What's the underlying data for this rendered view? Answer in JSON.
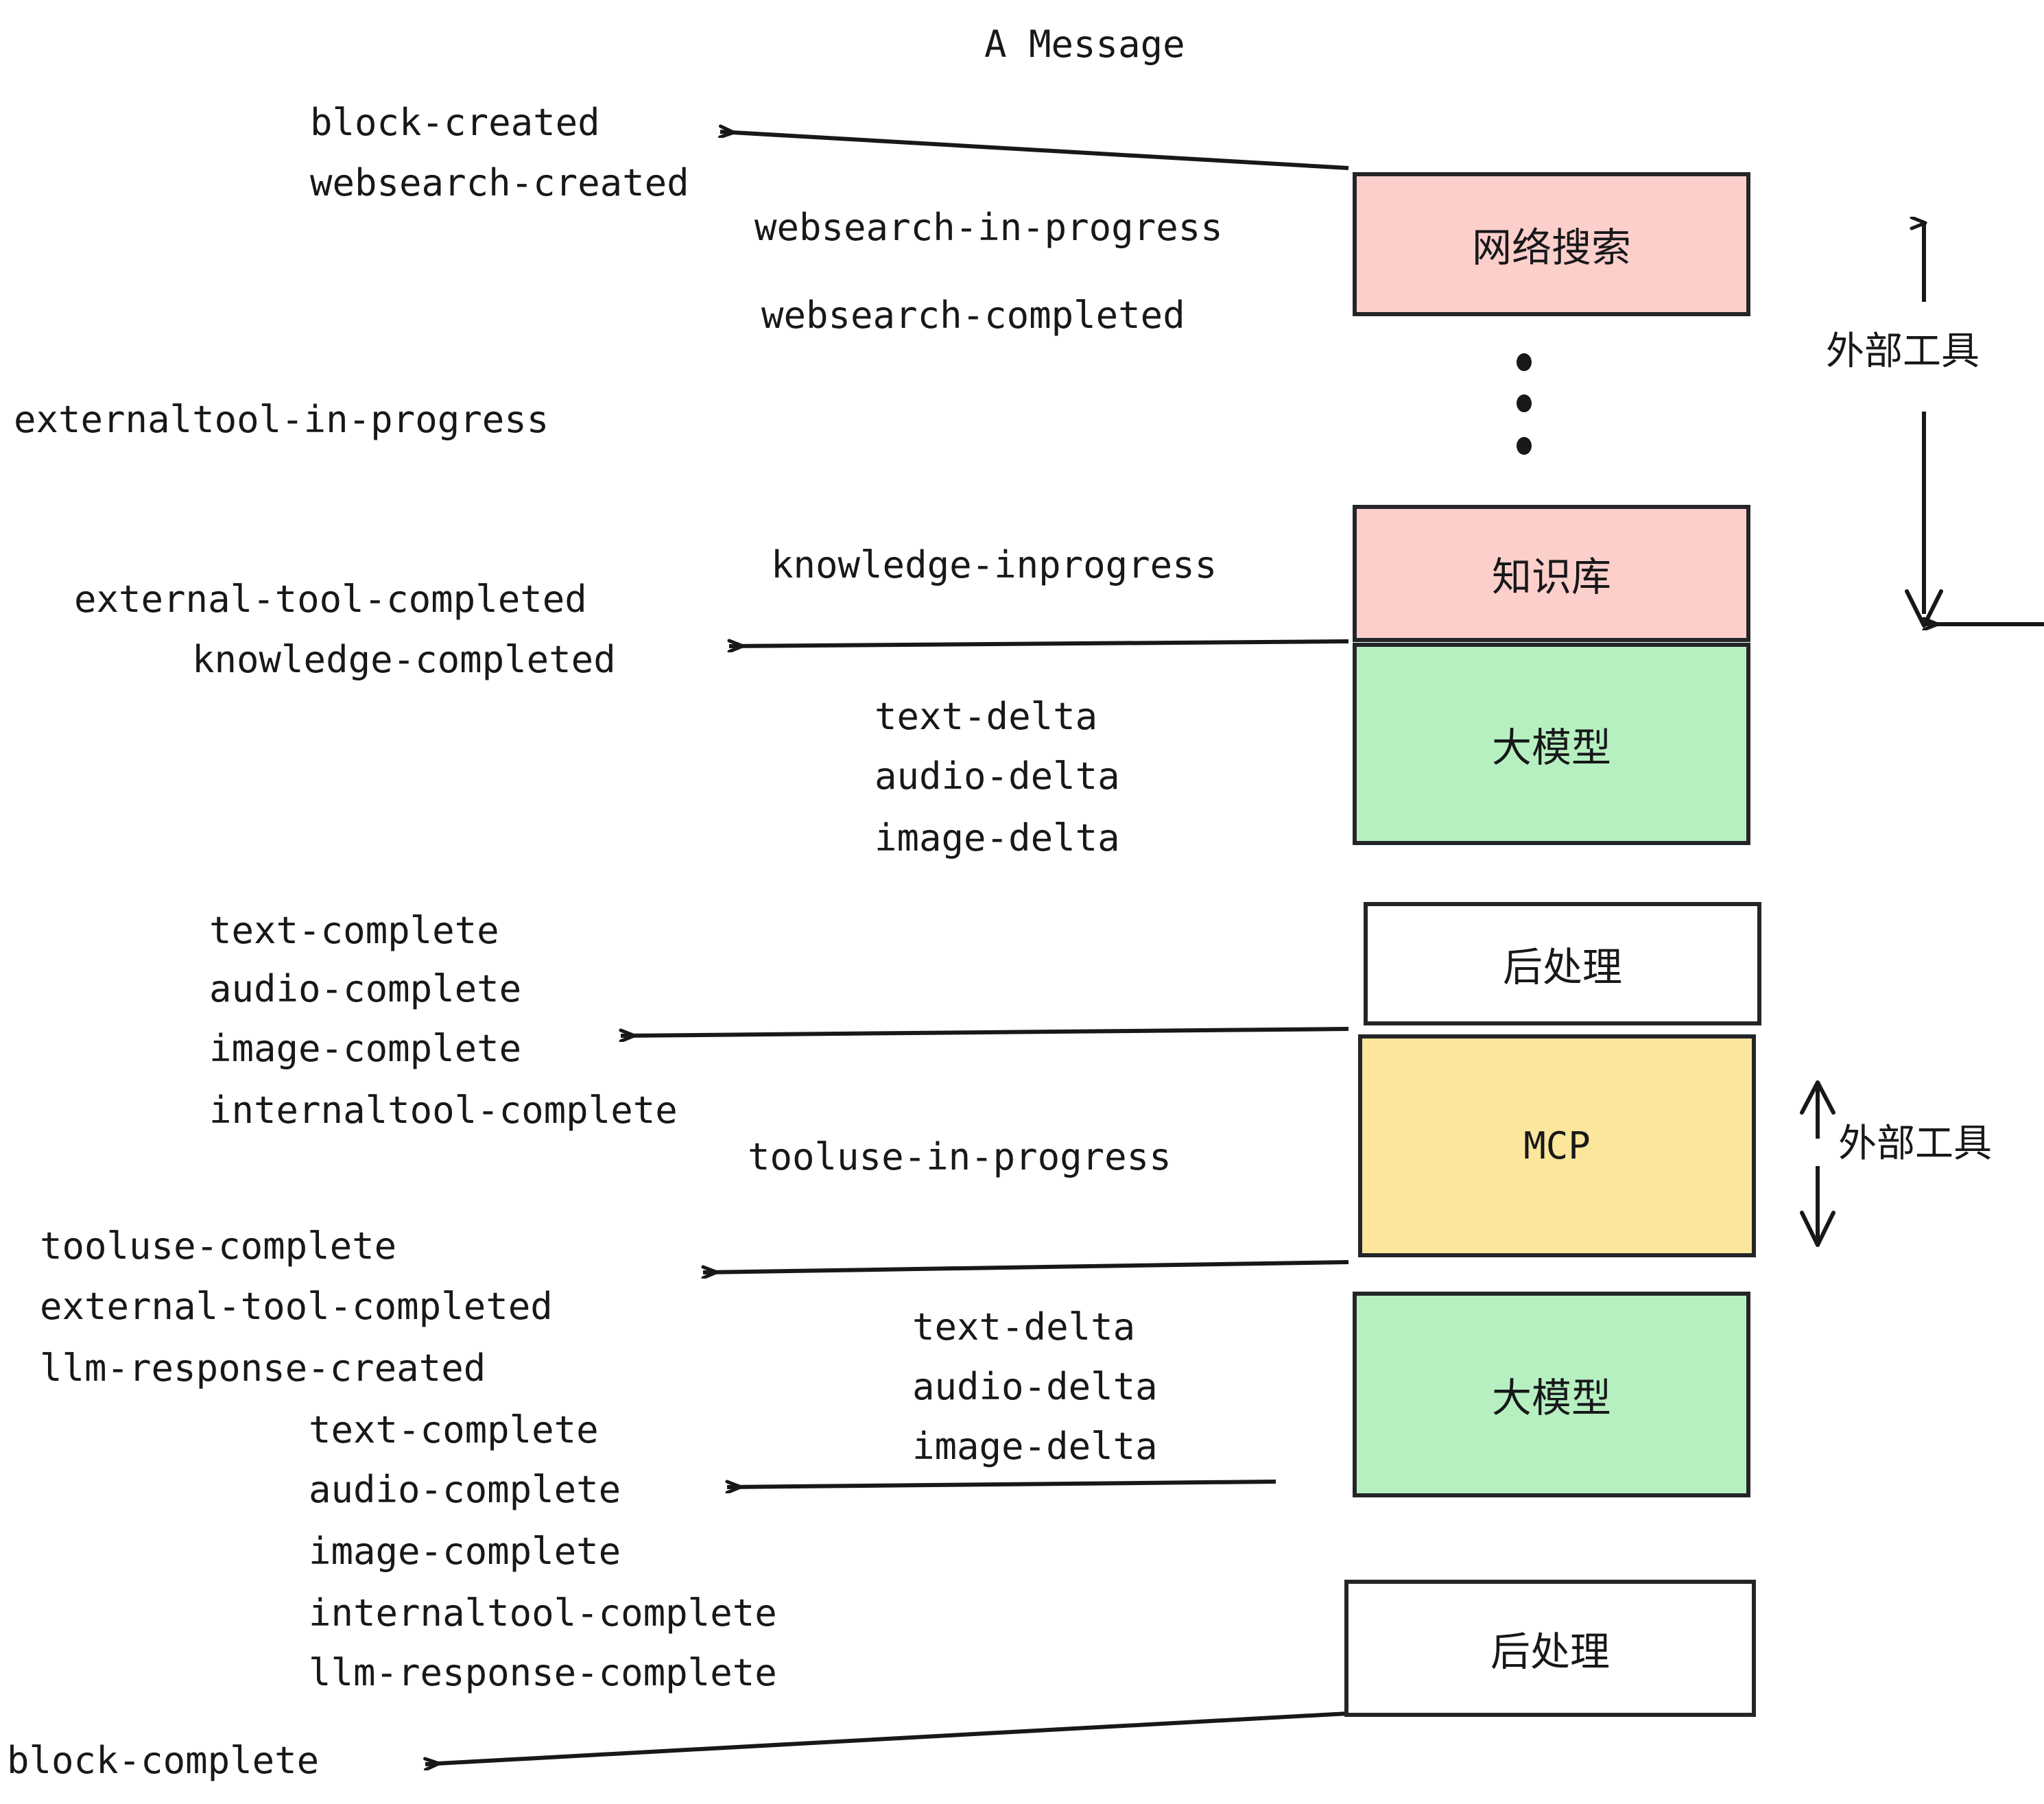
{
  "title": "A Message",
  "colors": {
    "pink": "#fccfcb",
    "green": "#b6f0c0",
    "yellow": "#fbe69b",
    "white": "#ffffff",
    "stroke": "#242528",
    "text": "#17181a"
  },
  "nodes": [
    {
      "id": "websearch",
      "label": "网络搜索",
      "fill": "pink",
      "mono": false
    },
    {
      "id": "knowledgebase",
      "label": "知识库",
      "fill": "pink",
      "mono": false
    },
    {
      "id": "llm-top",
      "label": "大模型",
      "fill": "green",
      "mono": false
    },
    {
      "id": "postprocess-top",
      "label": "后处理",
      "fill": "white",
      "mono": false
    },
    {
      "id": "mcp",
      "label": "MCP",
      "fill": "yellow",
      "mono": true
    },
    {
      "id": "llm-bottom",
      "label": "大模型",
      "fill": "green",
      "mono": false
    },
    {
      "id": "postprocess-bottom",
      "label": "后处理",
      "fill": "white",
      "mono": false
    }
  ],
  "side_labels": [
    {
      "id": "external-tools-top",
      "label": "外部工具"
    },
    {
      "id": "external-tools-bottom",
      "label": "外部工具"
    }
  ],
  "events": [
    {
      "id": "block-created",
      "label": "block-created"
    },
    {
      "id": "websearch-created",
      "label": "websearch-created"
    },
    {
      "id": "websearch-in-progress",
      "label": "websearch-in-progress"
    },
    {
      "id": "websearch-completed",
      "label": "websearch-completed"
    },
    {
      "id": "externaltool-in-progress",
      "label": "externaltool-in-progress"
    },
    {
      "id": "knowledge-inprogress",
      "label": "knowledge-inprogress"
    },
    {
      "id": "external-tool-completed-1",
      "label": "external-tool-completed"
    },
    {
      "id": "knowledge-completed",
      "label": "knowledge-completed"
    },
    {
      "id": "text-delta-1",
      "label": "text-delta"
    },
    {
      "id": "audio-delta-1",
      "label": "audio-delta"
    },
    {
      "id": "image-delta-1",
      "label": "image-delta"
    },
    {
      "id": "text-complete-1",
      "label": "text-complete"
    },
    {
      "id": "audio-complete-1",
      "label": "audio-complete"
    },
    {
      "id": "image-complete-1",
      "label": "image-complete"
    },
    {
      "id": "internaltool-complete-1",
      "label": "internaltool-complete"
    },
    {
      "id": "tooluse-in-progress",
      "label": "tooluse-in-progress"
    },
    {
      "id": "tooluse-complete",
      "label": "tooluse-complete"
    },
    {
      "id": "external-tool-completed-2",
      "label": "external-tool-completed"
    },
    {
      "id": "llm-response-created",
      "label": "llm-response-created"
    },
    {
      "id": "text-delta-2",
      "label": "text-delta"
    },
    {
      "id": "audio-delta-2",
      "label": "audio-delta"
    },
    {
      "id": "image-delta-2",
      "label": "image-delta"
    },
    {
      "id": "text-complete-2",
      "label": "text-complete"
    },
    {
      "id": "audio-complete-2",
      "label": "audio-complete"
    },
    {
      "id": "image-complete-2",
      "label": "image-complete"
    },
    {
      "id": "internaltool-complete-2",
      "label": "internaltool-complete"
    },
    {
      "id": "llm-response-complete",
      "label": "llm-response-complete"
    },
    {
      "id": "block-complete",
      "label": "block-complete"
    }
  ]
}
